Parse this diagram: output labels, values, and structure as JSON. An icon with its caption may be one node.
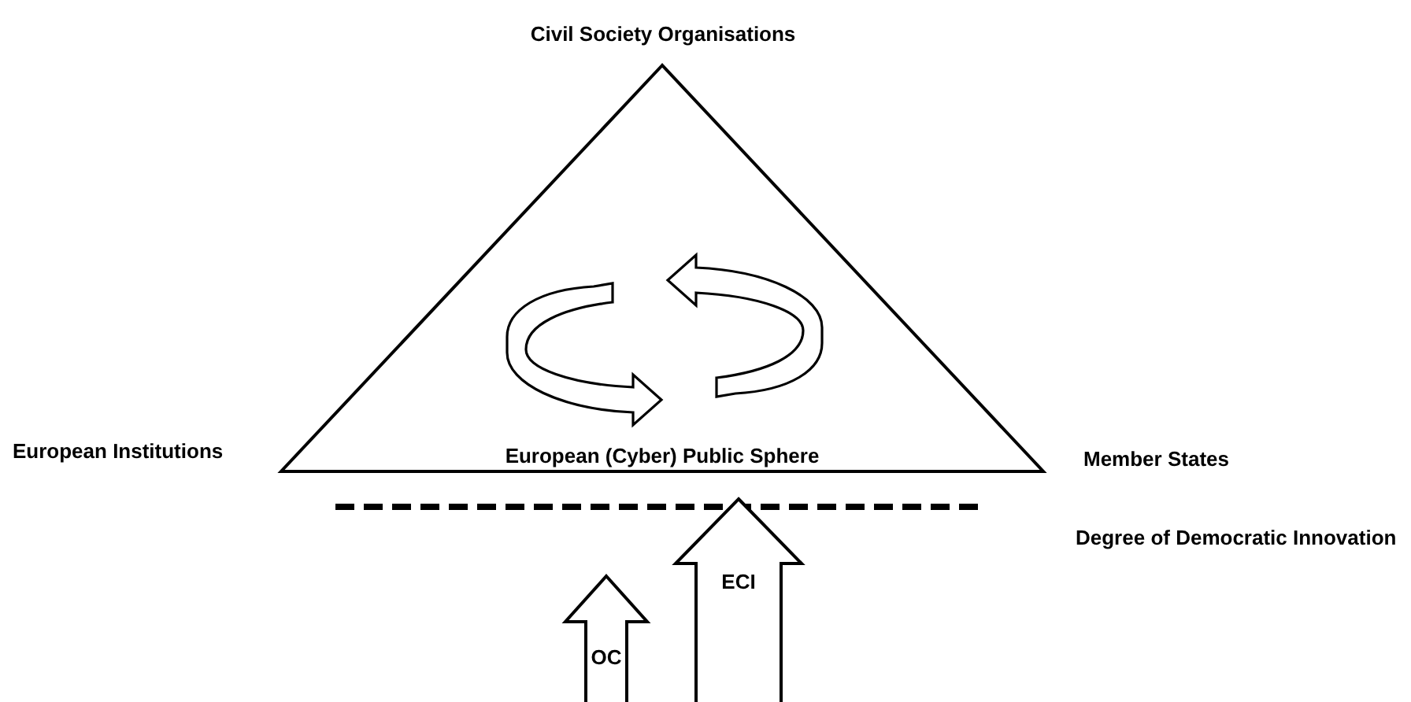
{
  "diagram": {
    "nodes": [
      {
        "text": [
          "European (Cyber) Public Sphere"
        ]
      },
      {
        "text": [
          "OC"
        ]
      },
      {
        "text": [
          "ECI"
        ]
      }
    ],
    "labels": [
      "Civil Society Organisations",
      "European Institutions",
      "Member States",
      "Degree of Democratic Innovation"
    ]
  }
}
